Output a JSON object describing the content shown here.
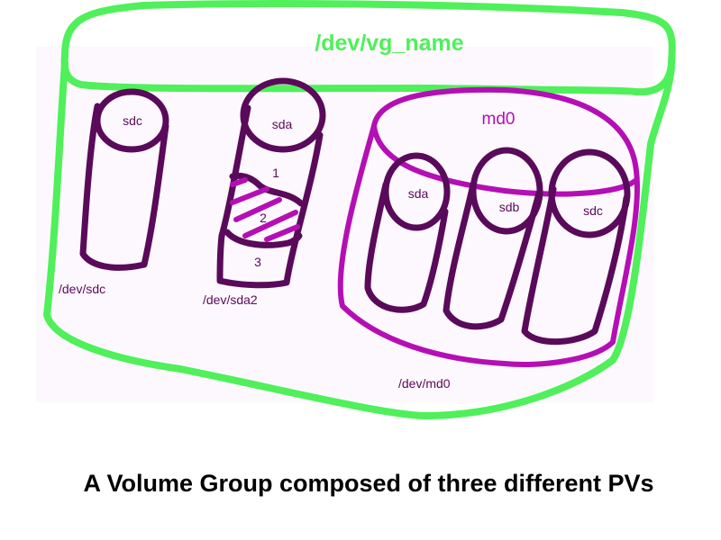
{
  "colors": {
    "green": "#4ff05a",
    "dark_purple": "#5a0a5a",
    "magenta": "#b40fb4",
    "canvas_background": "#fdf8fd",
    "caption_text": "#000000"
  },
  "volume_group": {
    "label": "/dev/vg_name"
  },
  "pv_sdc": {
    "disk_label": "sdc",
    "device_label": "/dev/sdc"
  },
  "pv_sda2": {
    "disk_label": "sda",
    "partitions": [
      "1",
      "2",
      "3"
    ],
    "device_label": "/dev/sda2"
  },
  "pv_md0": {
    "raid_label": "md0",
    "disks": [
      "sda",
      "sdb",
      "sdc"
    ],
    "device_label": "/dev/md0"
  },
  "caption": "A Volume Group composed of three different PVs"
}
